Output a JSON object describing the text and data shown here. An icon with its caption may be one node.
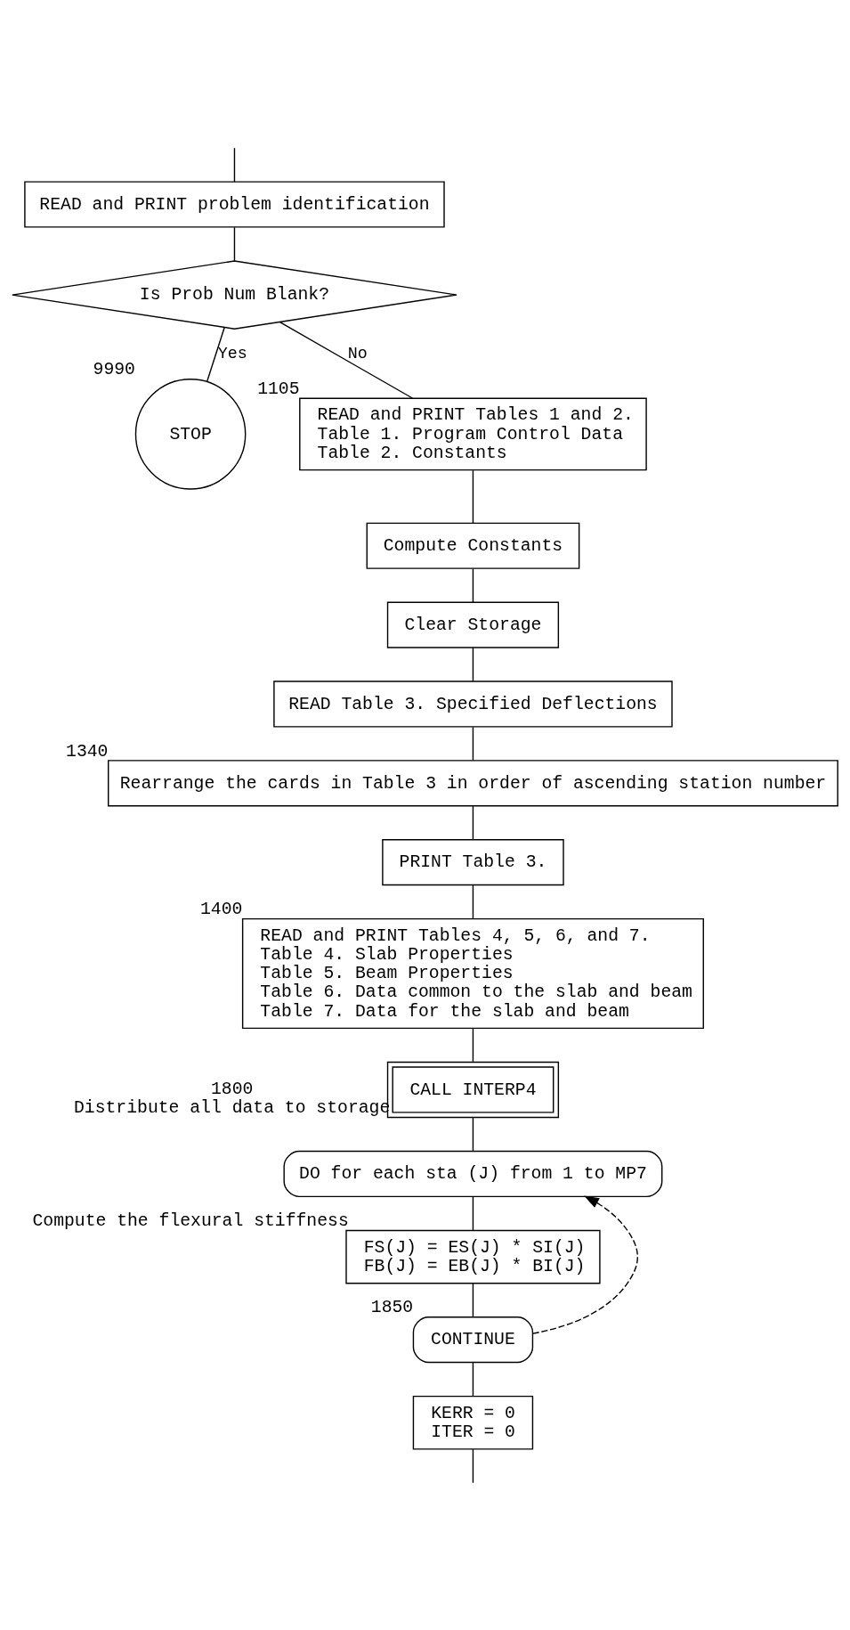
{
  "diagram": {
    "nodes": [
      {
        "text": [
          "READ and PRINT problem identification"
        ]
      },
      {
        "text": [
          "Is Prob Num Blank?"
        ]
      },
      {
        "text": [
          "STOP"
        ],
        "beside": [
          "9990"
        ]
      },
      {
        "text": [
          "READ and PRINT Tables 1 and 2.",
          "Table 1. Program Control Data",
          "Table 2. Constants"
        ],
        "beside": [
          "1105"
        ]
      },
      {
        "text": [
          "Compute Constants"
        ]
      },
      {
        "text": [
          "Clear Storage"
        ]
      },
      {
        "text": [
          "READ Table 3. Specified Deflections"
        ]
      },
      {
        "text": [
          "Rearrange the cards in Table 3 in order of ascending station number"
        ],
        "beside": [
          "1340"
        ]
      },
      {
        "text": [
          "PRINT Table 3."
        ]
      },
      {
        "text": [
          "READ and PRINT Tables 4, 5, 6, and 7.",
          "Table 4. Slab Properties",
          "Table 5. Beam Properties",
          "Table 6. Data common to the slab and beam",
          "Table 7. Data for the slab and beam"
        ],
        "beside": [
          "1400"
        ]
      },
      {
        "text": [
          "CALL INTERP4"
        ],
        "beside": [
          "1800",
          "Distribute all data to storage"
        ]
      },
      {
        "text": [
          "DO for each sta (J) from 1 to MP7"
        ]
      },
      {
        "text": [
          "FS(J) = ES(J) * SI(J)",
          "FB(J) = EB(J) * BI(J)"
        ],
        "beside": [
          "Compute the flexural stiffness"
        ]
      },
      {
        "text": [
          "CONTINUE"
        ],
        "beside": [
          "1850"
        ]
      },
      {
        "text": [
          "KERR = 0",
          "ITER = 0"
        ]
      }
    ],
    "edges": [
      {
        "from": null,
        "to": 0,
        "arrow": "none"
      },
      {
        "from": 0,
        "to": 1,
        "arrow": "none"
      },
      {
        "from": 1,
        "to": 2,
        "arrow": "none",
        "label": "Yes"
      },
      {
        "from": 1,
        "to": 3,
        "arrow": "none",
        "label": "No"
      },
      {
        "from": 3,
        "to": 4,
        "arrow": "none"
      },
      {
        "from": 4,
        "to": 5,
        "arrow": "none"
      },
      {
        "from": 5,
        "to": 6,
        "arrow": "none"
      },
      {
        "from": 6,
        "to": 7,
        "arrow": "none"
      },
      {
        "from": 7,
        "to": 8,
        "arrow": "none"
      },
      {
        "from": 8,
        "to": 9,
        "arrow": "none"
      },
      {
        "from": 9,
        "to": 10,
        "arrow": "none"
      },
      {
        "from": 10,
        "to": 11,
        "arrow": "none"
      },
      {
        "from": 11,
        "to": 12,
        "arrow": "none"
      },
      {
        "from": 12,
        "to": 13,
        "arrow": "none"
      },
      {
        "from": 13,
        "to": 11,
        "arrow": "to",
        "style": "dashed"
      },
      {
        "from": 13,
        "to": 14,
        "arrow": "none"
      },
      {
        "from": 14,
        "to": null,
        "arrow": "none"
      }
    ]
  }
}
